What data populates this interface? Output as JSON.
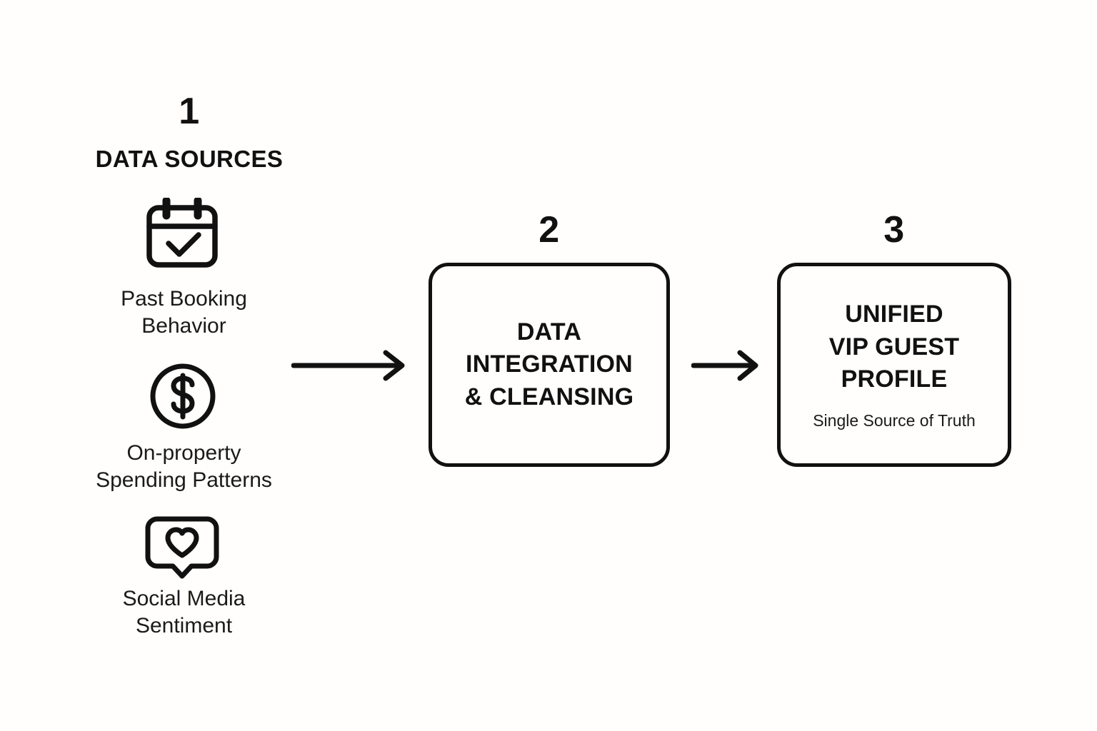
{
  "background_color": "#fffefc",
  "ink_color": "#111111",
  "diagram": {
    "title_visible": false,
    "stages": [
      {
        "number": "1",
        "heading": "DATA SOURCES",
        "type": "source-list",
        "items": [
          {
            "icon": "calendar-check-icon",
            "label_line1": "Past Booking",
            "label_line2": "Behavior"
          },
          {
            "icon": "dollar-circle-icon",
            "label_line1": "On-property",
            "label_line2": "Spending Patterns"
          },
          {
            "icon": "speech-bubble-heart-icon",
            "label_line1": "Social Media",
            "label_line2": "Sentiment"
          }
        ]
      },
      {
        "number": "2",
        "type": "box",
        "title": "DATA\nINTEGRATION\n& CLEANSING",
        "subtitle": ""
      },
      {
        "number": "3",
        "type": "box",
        "title": "UNIFIED\nVIP GUEST\nPROFILE",
        "subtitle": "Single Source of Truth"
      }
    ],
    "connectors": [
      {
        "name": "arrow-sources-to-integration",
        "direction": "right"
      },
      {
        "name": "arrow-integration-to-profile",
        "direction": "right"
      }
    ]
  }
}
